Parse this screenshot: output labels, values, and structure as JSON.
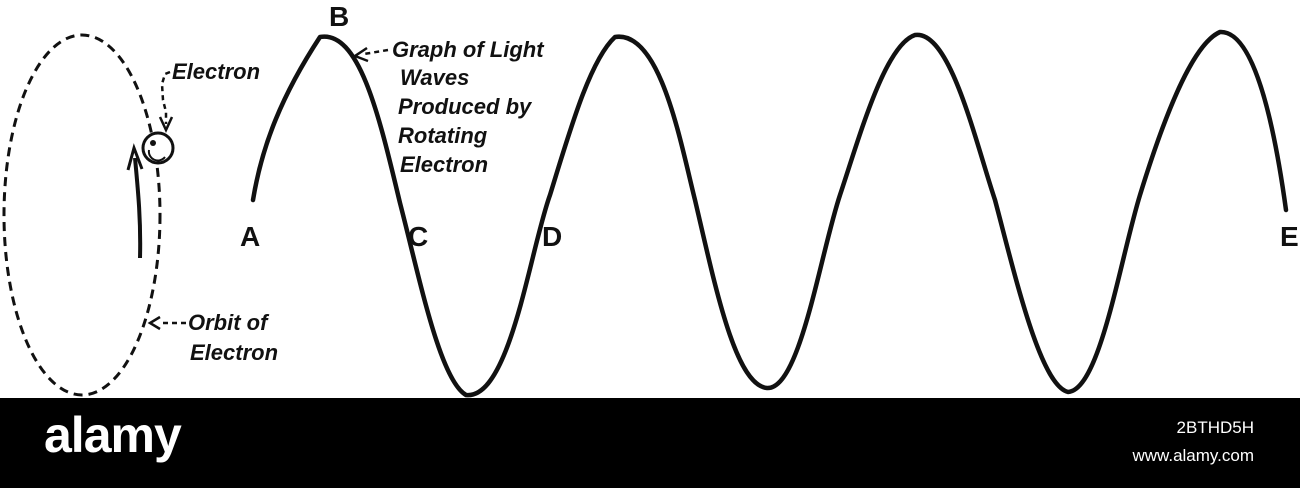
{
  "diagram": {
    "labels": {
      "point_a": "A",
      "point_b": "B",
      "point_c": "C",
      "point_d": "D",
      "point_e": "E"
    },
    "annotations": {
      "electron": "Electron",
      "orbit": [
        "Orbit of",
        "Electron"
      ],
      "graph": [
        "Graph of Light",
        "Waves",
        "Produced by",
        "Rotating",
        "Electron"
      ]
    },
    "stroke_color": "#111111",
    "background_color": "#ffffff"
  },
  "footer": {
    "brand": "alamy",
    "stock_id": "2BTHD5H",
    "url": "www.alamy.com",
    "background_color": "#000000",
    "text_color": "#ffffff"
  }
}
